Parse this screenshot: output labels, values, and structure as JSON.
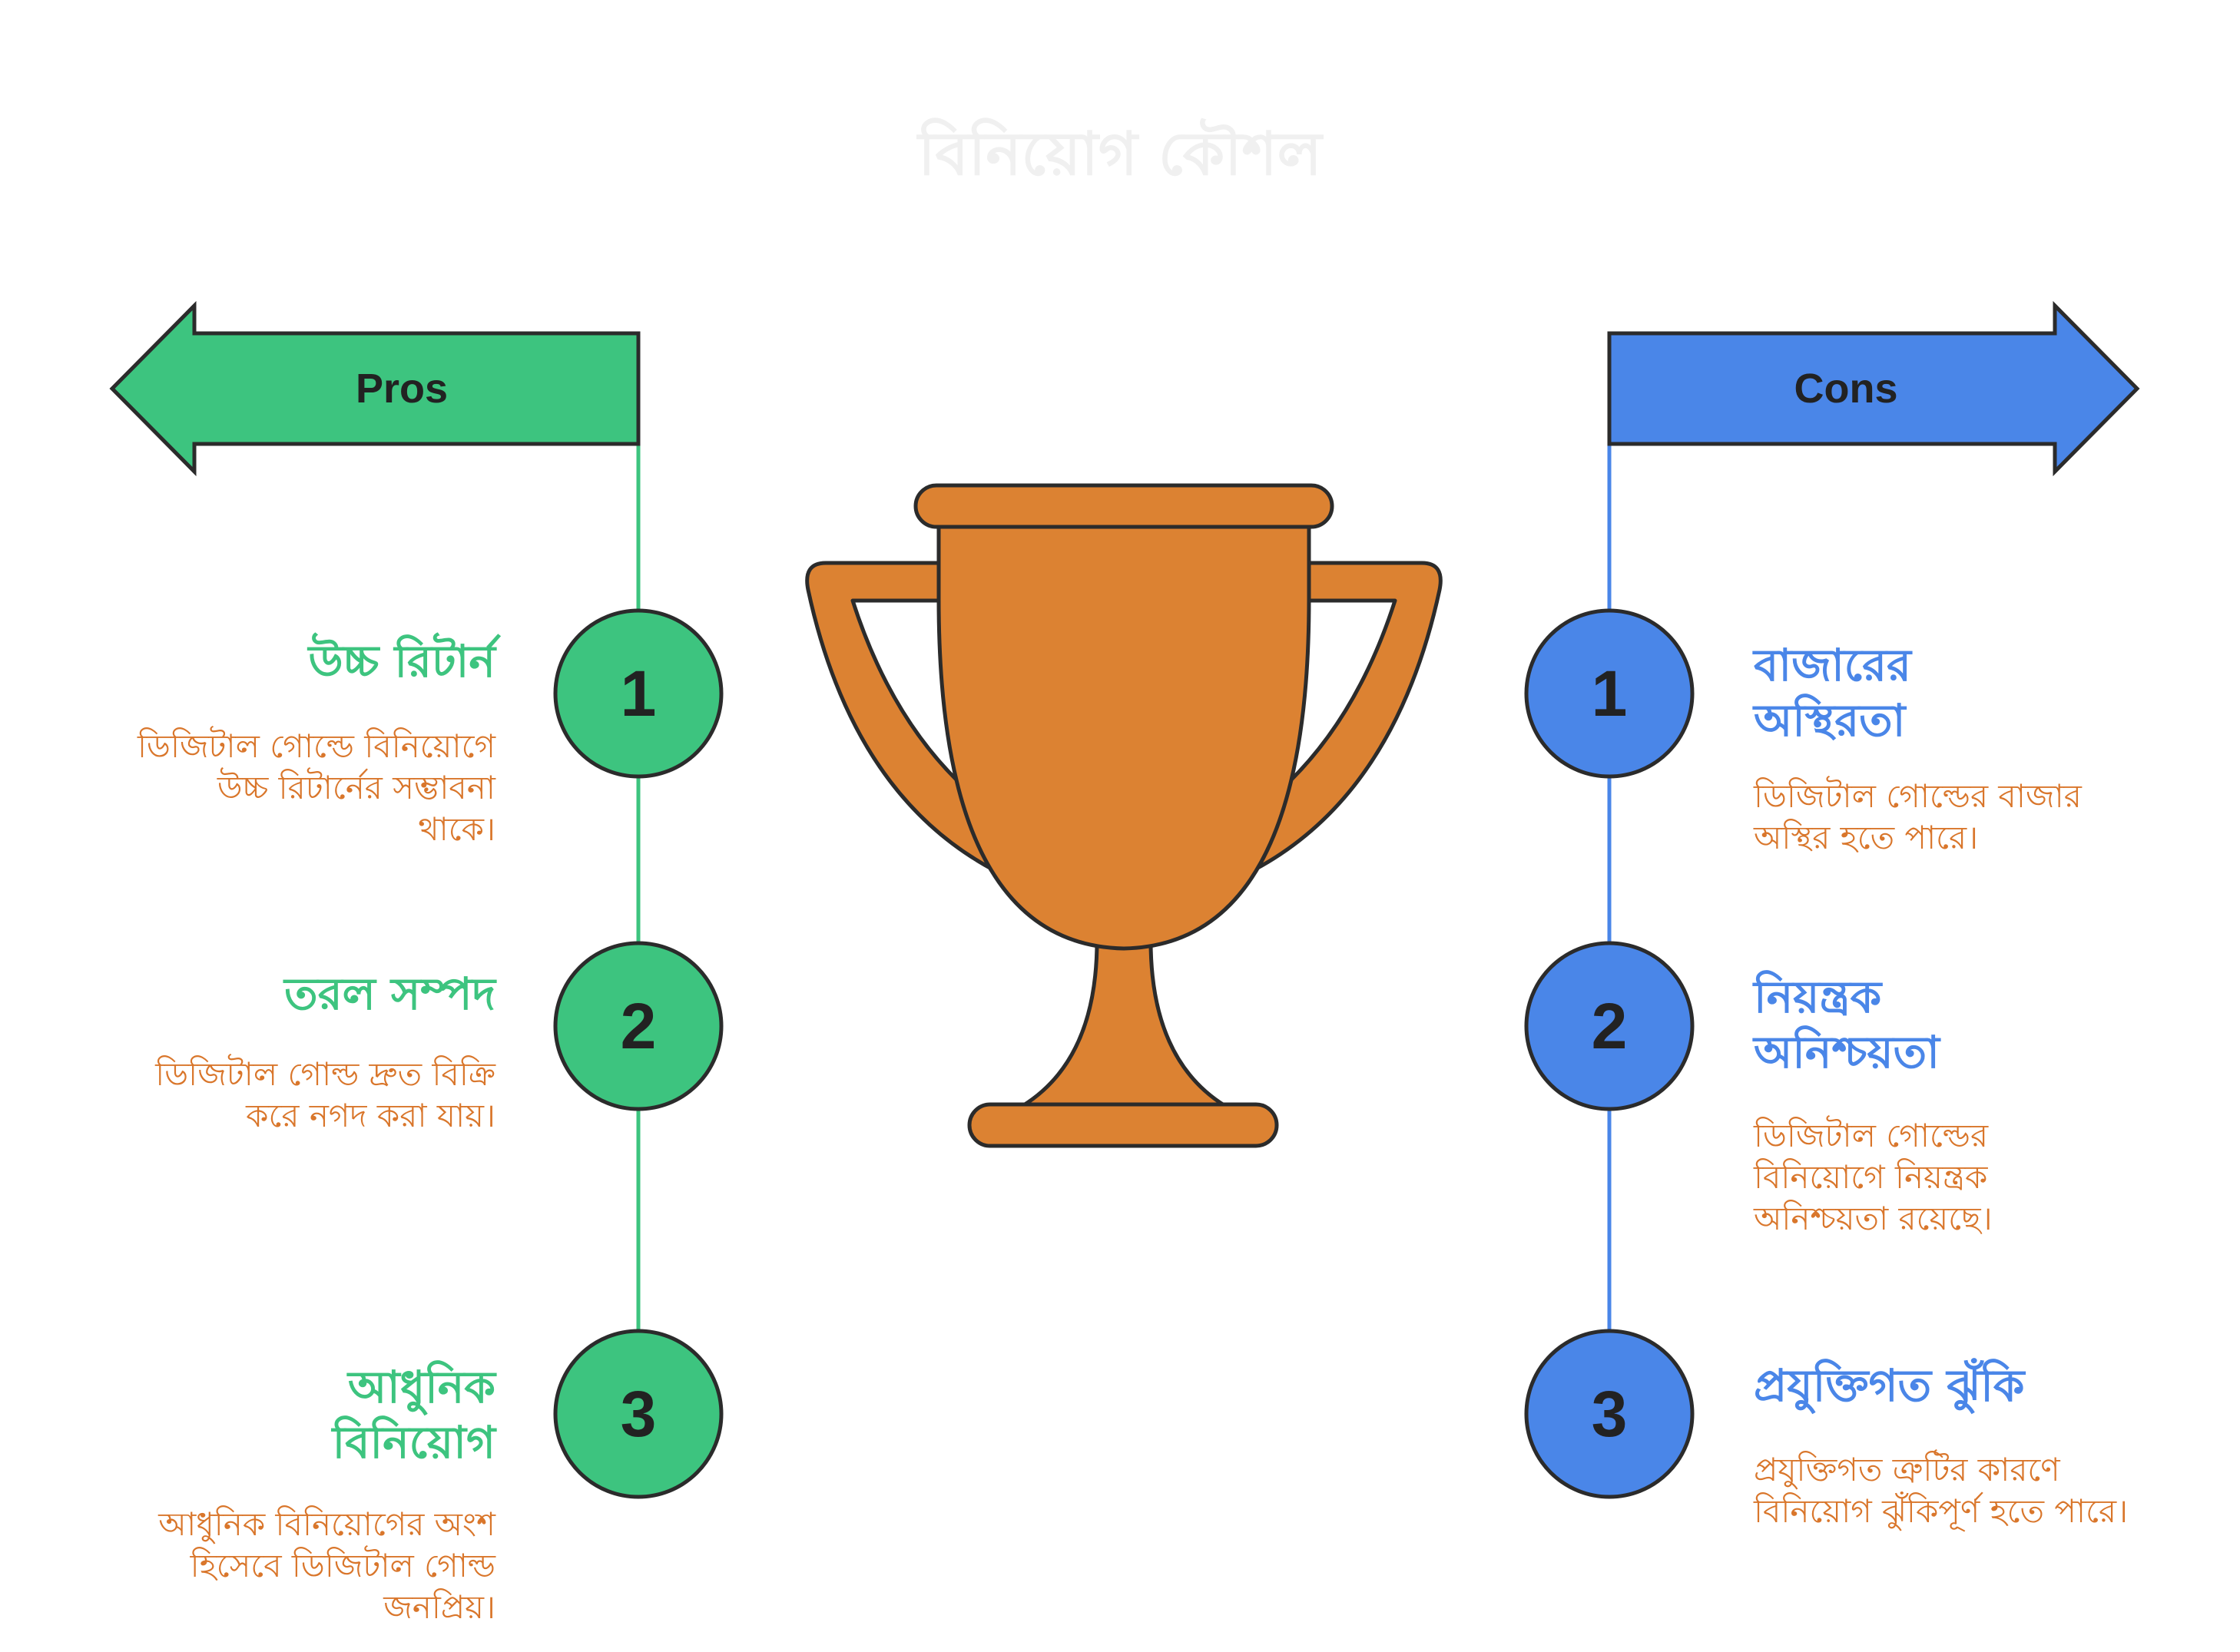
{
  "title": "বিনিয়োগ কৌশল",
  "colors": {
    "pros": "#3dc47f",
    "cons": "#4a86e8",
    "description": "#d9762b",
    "trophy": "#dc8232",
    "outline": "#2b2b2b"
  },
  "pros": {
    "label": "Pros",
    "items": [
      {
        "number": "1",
        "title": "উচ্চ রিটার্ন",
        "description": "ডিজিটাল গোল্ডে বিনিয়োগে উচ্চ রিটার্নের সম্ভাবনা থাকে।"
      },
      {
        "number": "2",
        "title": "তরল সম্পদ",
        "description": "ডিজিটাল গোল্ড দ্রুত বিক্রি করে নগদ করা যায়।"
      },
      {
        "number": "3",
        "title": "আধুনিক বিনিয়োগ",
        "description": "আধুনিক বিনিয়োগের অংশ হিসেবে ডিজিটাল গোল্ড জনপ্রিয়।"
      }
    ]
  },
  "cons": {
    "label": "Cons",
    "items": [
      {
        "number": "1",
        "title": "বাজারের অস্থিরতা",
        "description": "ডিজিটাল গোল্ডের বাজার অস্থির হতে পারে।"
      },
      {
        "number": "2",
        "title": "নিয়ন্ত্রক অনিশ্চয়তা",
        "description": "ডিজিটাল গোল্ডের বিনিয়োগে নিয়ন্ত্রক অনিশ্চয়তা রয়েছে।"
      },
      {
        "number": "3",
        "title": "প্রযুক্তিগত ঝুঁকি",
        "description": "প্রযুক্তিগত ত্রুটির কারণে বিনিয়োগ ঝুঁকিপূর্ণ হতে পারে।"
      }
    ]
  }
}
